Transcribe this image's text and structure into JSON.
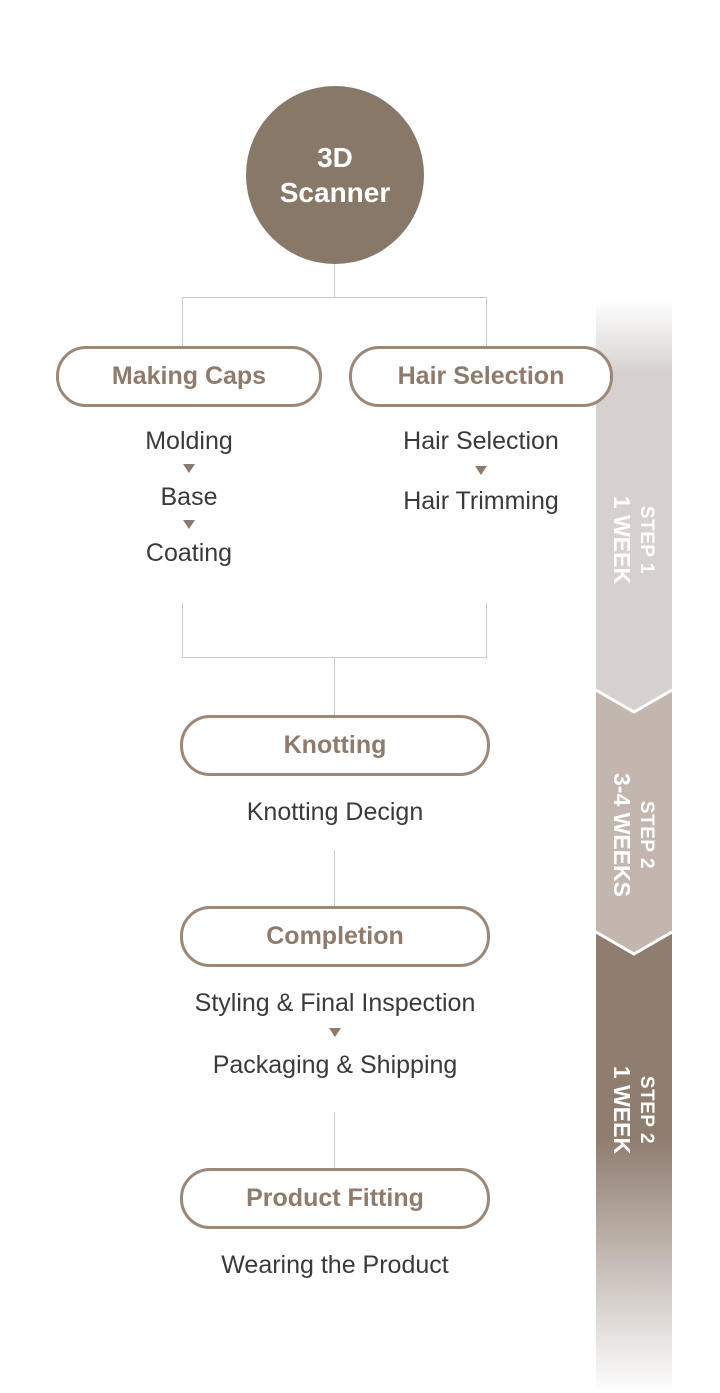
{
  "scanner": {
    "label": "3D\nScanner"
  },
  "branches": [
    {
      "title": "Making Caps",
      "steps": [
        "Molding",
        "Base",
        "Coating"
      ]
    },
    {
      "title": "Hair Selection",
      "steps": [
        "Hair Selection",
        "Hair Trimming"
      ]
    }
  ],
  "knotting": {
    "title": "Knotting",
    "steps": [
      "Knotting Decign"
    ]
  },
  "completion": {
    "title": "Completion",
    "steps": [
      "Styling & Final Inspection",
      "Packaging & Shipping"
    ]
  },
  "fitting": {
    "title": "Product Fitting",
    "steps": [
      "Wearing the Product"
    ]
  },
  "timeline": [
    {
      "step": "STEP 1",
      "duration": "1 WEEK",
      "color": "#d6d1ce"
    },
    {
      "step": "STEP 2",
      "duration": "3-4 WEEKS",
      "color": "#c2b6ae"
    },
    {
      "step": "STEP 2",
      "duration": "1 WEEK",
      "color": "#8f7d70"
    }
  ],
  "colors": {
    "accent": "#887868",
    "pill_border": "#9b8878",
    "pill_text": "#8f7b6c",
    "text": "#3a3a3a"
  }
}
